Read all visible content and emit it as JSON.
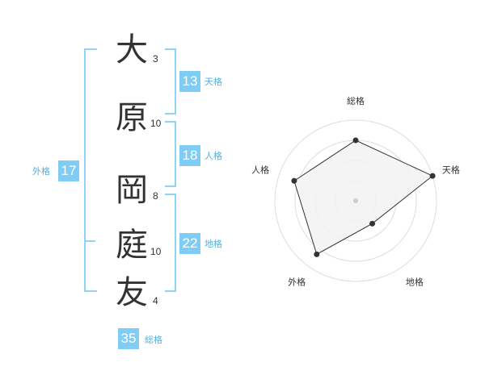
{
  "name": {
    "chars": [
      {
        "char": "大",
        "strokes": "3"
      },
      {
        "char": "原",
        "strokes": "10"
      },
      {
        "char": "岡",
        "strokes": "8"
      },
      {
        "char": "庭",
        "strokes": "10"
      },
      {
        "char": "友",
        "strokes": "4"
      }
    ]
  },
  "fortunes": {
    "tenkaku": {
      "value": "13",
      "label": "天格"
    },
    "jinkaku": {
      "value": "18",
      "label": "人格"
    },
    "chikaku": {
      "value": "22",
      "label": "地格"
    },
    "gaikaku": {
      "value": "17",
      "label": "外格"
    },
    "soukaku": {
      "value": "35",
      "label": "総格"
    }
  },
  "radar": {
    "axes": [
      "総格",
      "天格",
      "地格",
      "外格",
      "人格"
    ],
    "values": [
      0.75,
      1.0,
      0.35,
      0.82,
      0.8
    ],
    "max": 1.0,
    "rings": 4,
    "colors": {
      "fill": "#f2f2f2",
      "stroke": "#333333",
      "ring": "#dddddd",
      "point": "#333333",
      "center": "#cccccc"
    }
  },
  "colors": {
    "accent": "#7fcdf4",
    "accent_text": "#55b0e0"
  }
}
